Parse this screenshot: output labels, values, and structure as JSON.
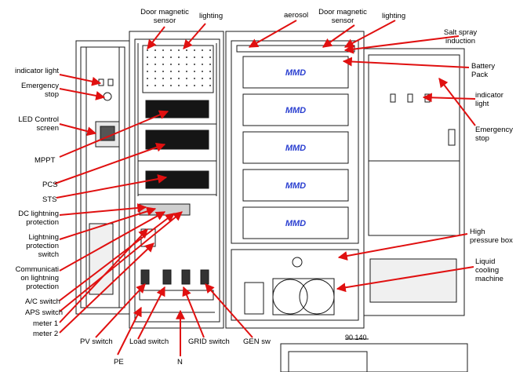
{
  "labels": {
    "door_sensor_left": "Door magnetic\nsensor",
    "lighting_left": "lighting",
    "aerosol": "aerosol",
    "door_sensor_right": "Door magnetic\nsensor",
    "lighting_right": "lighting",
    "salt_spray": "Salt spray\ninduction",
    "battery_pack": "Battery\nPack",
    "indicator_light_right": "indicator\nlight",
    "emergency_stop_right": "Emergency\nstop",
    "high_pressure_box": "High\npressure box",
    "liquid_cooling": "Liquid\ncooling\nmachine",
    "indicator_light_left": "indicator light",
    "emergency_stop_left": "Emergency\nstop",
    "led_control": "LED Control\nscreen",
    "mppt": "MPPT",
    "pcs": "PCS",
    "sts": "STS",
    "dc_lightning": "DC lightning\nprotection",
    "lightning_switch": "Lightning\nprotection\nswitch",
    "comm_lightning": "Communicati\non lightning\nprotection",
    "ac_switch": "A/C switch",
    "aps_switch": "APS switch",
    "meter1": "meter 1",
    "meter2": "meter 2",
    "pv_switch": "PV switch",
    "pe": "PE",
    "load_switch": "Load switch",
    "grid_switch": "GRID switch",
    "gen_switch": "GEN sw",
    "n": "N"
  },
  "battery_logo": "MMD",
  "dimension": "90  140",
  "colors": {
    "arrow": "#e01010",
    "line": "#1a1a1a",
    "logo": "#2a3fd0"
  }
}
